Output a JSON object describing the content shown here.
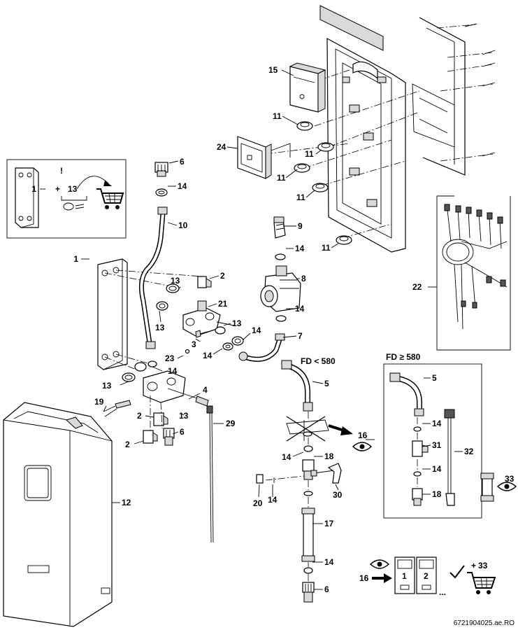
{
  "diagram": {
    "variant_headers": {
      "fd_small": "FD < 580",
      "fd_large": "FD ≥ 580"
    },
    "inset_exclamation": "!",
    "footnote_dots": "...",
    "document_code": "6721904025.ae.RO",
    "part_numbers": {
      "p1": "1",
      "p2": "2",
      "p3": "3",
      "p4": "4",
      "p5": "5",
      "p6": "6",
      "p7": "7",
      "p8": "8",
      "p9": "9",
      "p10": "10",
      "p11": "11",
      "p12": "12",
      "p13": "13",
      "p14": "14",
      "p15": "15",
      "p16": "16",
      "p17": "17",
      "p18": "18",
      "p19": "19",
      "p20": "20",
      "p21": "21",
      "p22": "22",
      "p23": "23",
      "p24": "24",
      "p29": "29",
      "p30": "30",
      "p31": "31",
      "p32": "32",
      "p33": "33"
    },
    "module_labels": {
      "m1": "1",
      "m2": "2"
    },
    "icons": [
      "eye-icon",
      "shopping-cart-icon",
      "checkmark-icon",
      "arrow-icon",
      "exclamation-icon"
    ]
  }
}
